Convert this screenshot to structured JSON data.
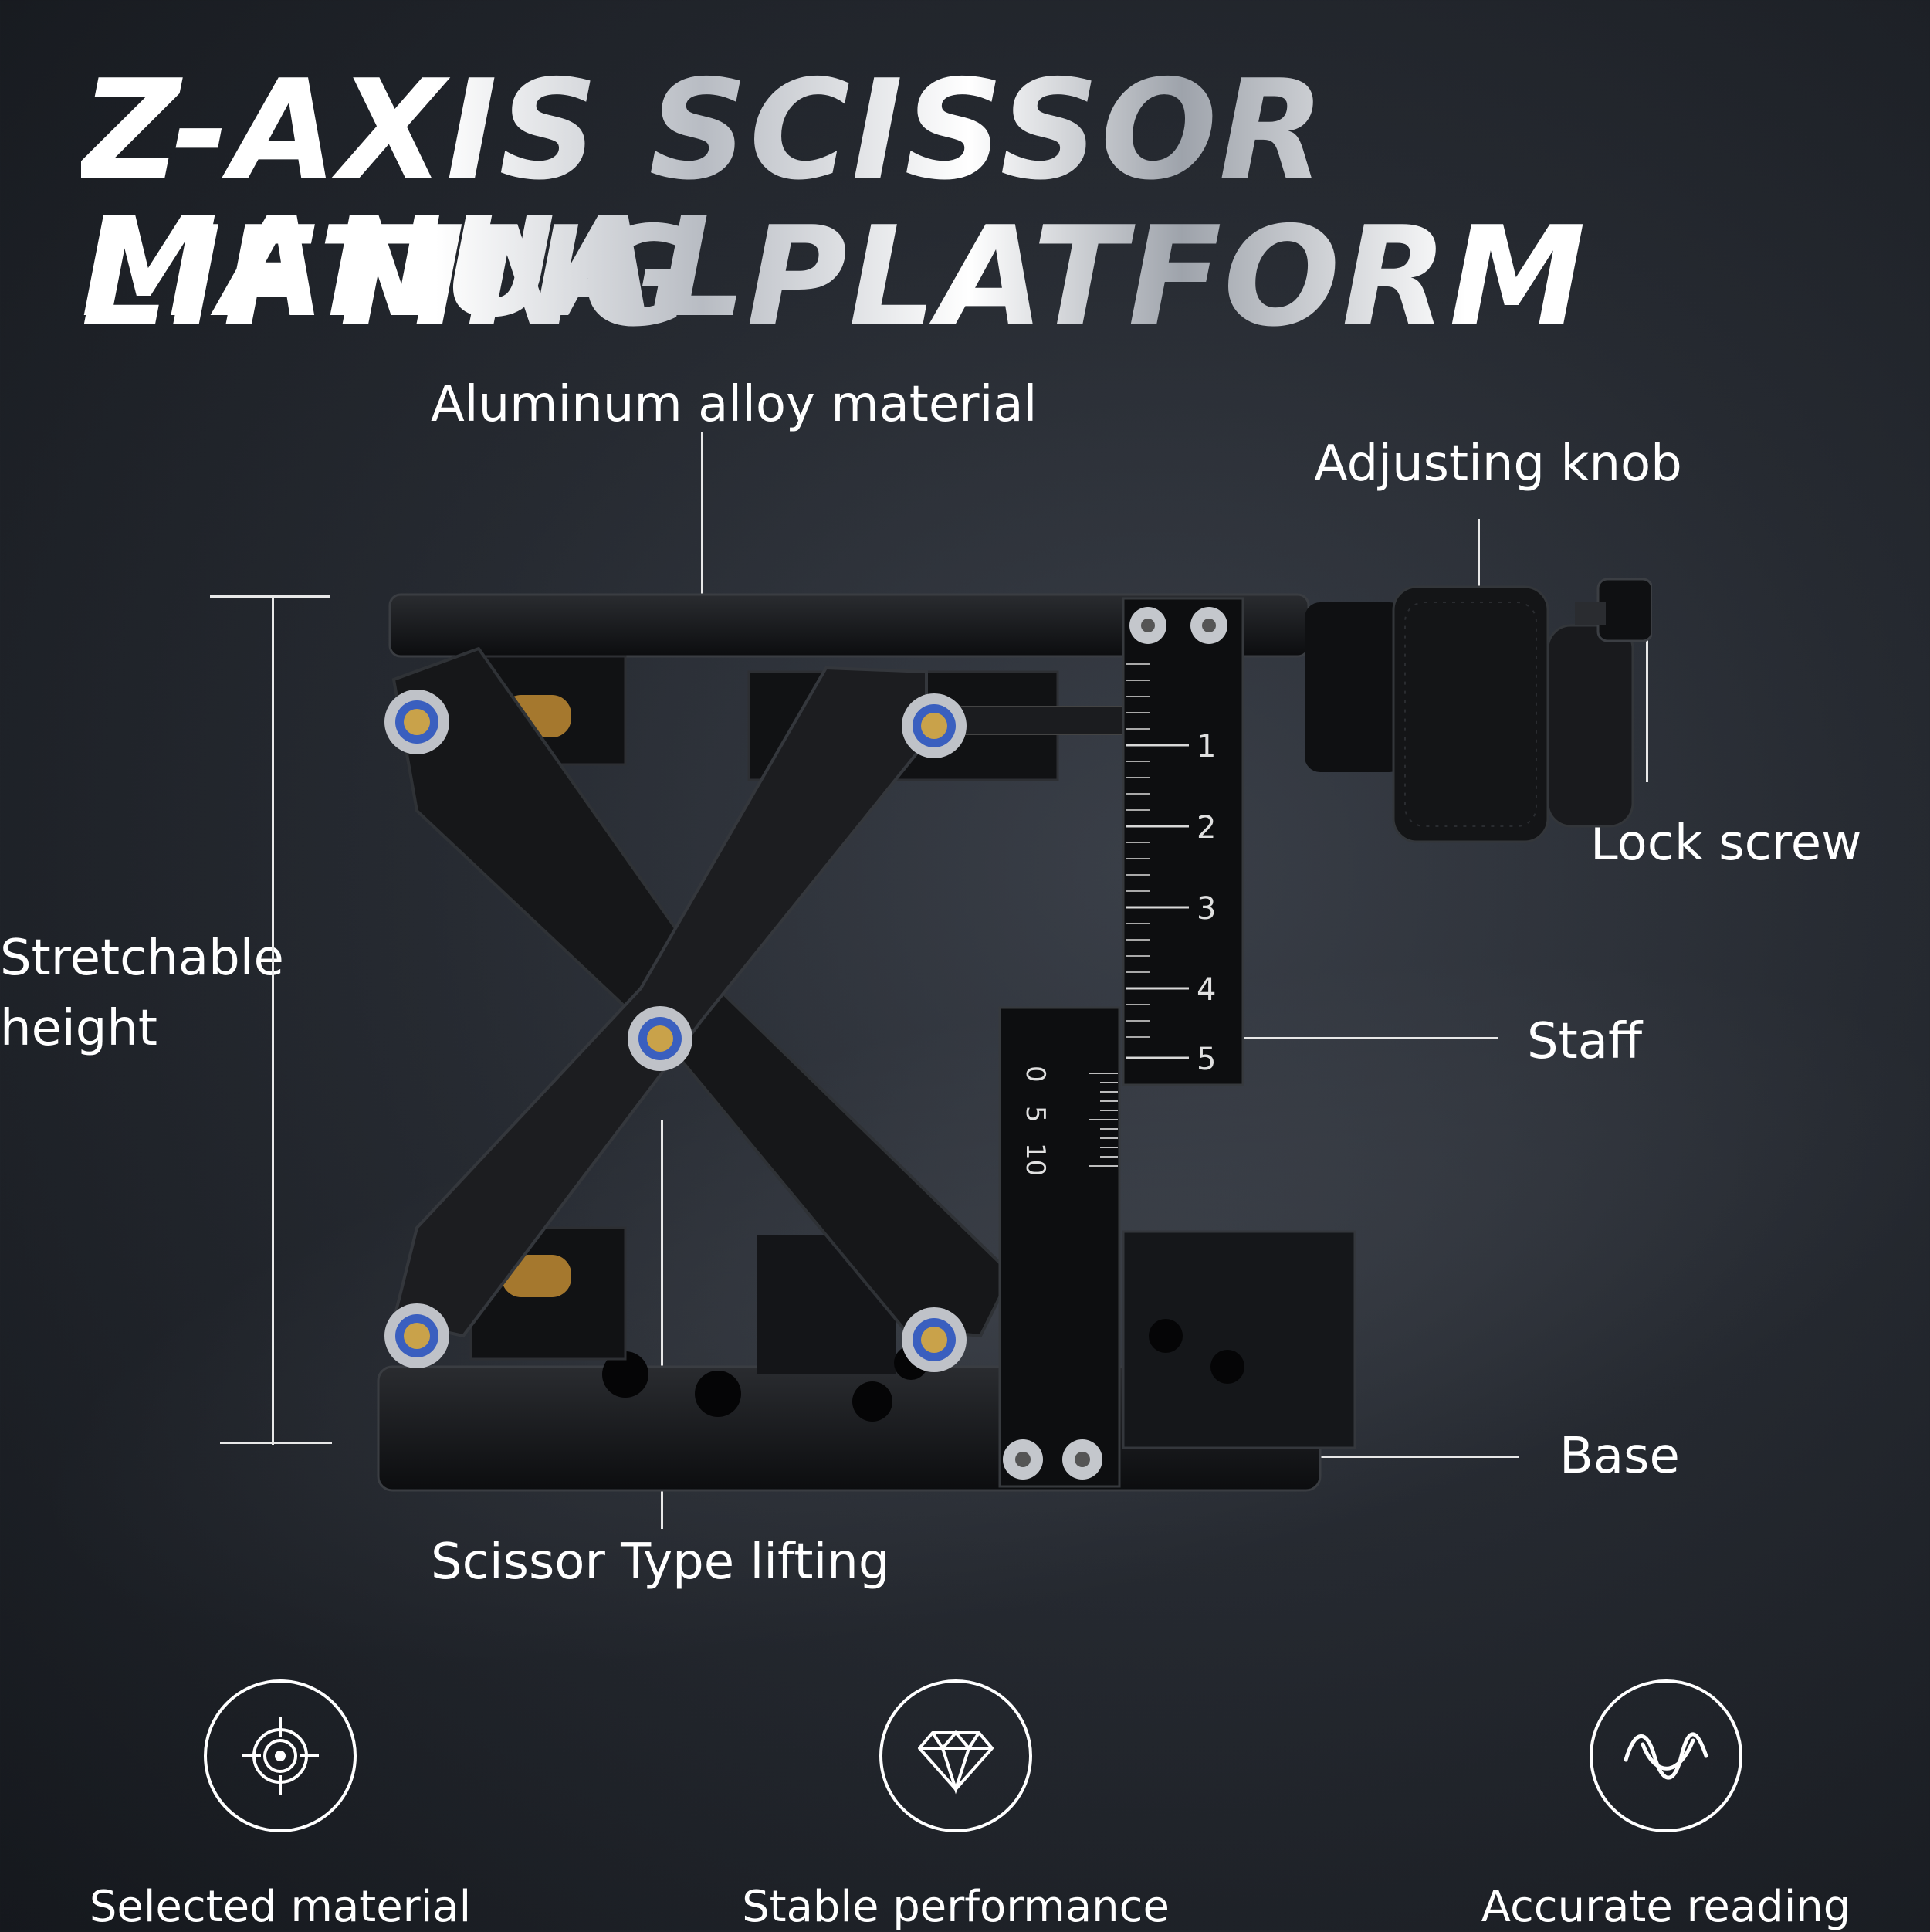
{
  "title": {
    "line1": "Z-AXIS SCISSOR MANUAL",
    "line2": "LIFTING PLATFORM"
  },
  "callouts": {
    "material": "Aluminum alloy material",
    "knob": "Adjusting knob",
    "lock": "Lock screw",
    "height_line1": "Stretchable",
    "height_line2": "height",
    "staff": "Staff",
    "base": "Base",
    "scissor": "Scissor Type lifting"
  },
  "ruler": {
    "main_ticks": [
      "1",
      "2",
      "3",
      "4",
      "5"
    ],
    "vernier_ticks": [
      "0",
      "5",
      "10"
    ]
  },
  "features": [
    {
      "label": "Selected material",
      "icon": "target-crosshair-icon"
    },
    {
      "label": "Stable performance",
      "icon": "diamond-icon"
    },
    {
      "label": "Accurate reading",
      "icon": "wave-icon"
    }
  ],
  "colors": {
    "background": "#262a31",
    "text": "#ffffff",
    "metal": "#111214",
    "nut_blue": "#3a5fbf",
    "brass": "#c9a24a"
  }
}
